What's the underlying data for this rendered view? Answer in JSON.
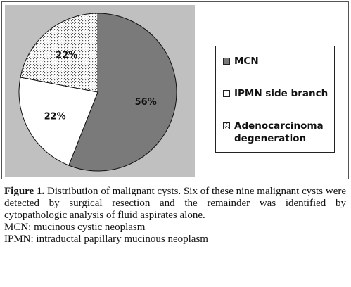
{
  "chart_data": {
    "type": "pie",
    "categories": [
      "MCN",
      "IPMN side branch",
      "Adenocarcinoma degeneration"
    ],
    "values": [
      56,
      22,
      22
    ],
    "data_labels": [
      "56%",
      "22%",
      "22%"
    ],
    "colors": [
      "#7a7a7a",
      "#ffffff",
      "dotted"
    ],
    "legend_position": "right",
    "title": "",
    "xlabel": "",
    "ylabel": ""
  },
  "legend": {
    "items": [
      {
        "label": "MCN"
      },
      {
        "label": "IPMN side branch"
      },
      {
        "label": "Adenocarcinoma degeneration"
      }
    ]
  },
  "caption": {
    "figure_label": "Figure 1.",
    "text": " Distribution of malignant cysts. Six of these nine malignant cysts were detected by surgical resection and the remainder was identified by cytopathologic analysis of fluid aspirates alone.",
    "abbreviations": [
      "MCN: mucinous cystic neoplasm",
      "IPMN: intraductal papillary mucinous neoplasm"
    ]
  }
}
